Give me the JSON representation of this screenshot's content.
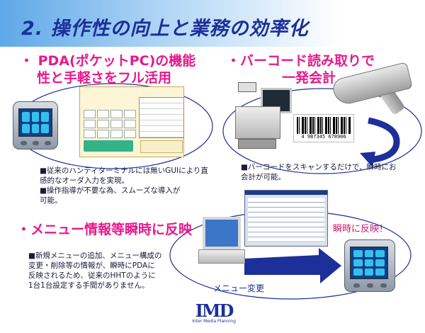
{
  "title": "2. 操作性の向上と業務の効率化",
  "section1": {
    "heading_line1": "・ PDA(ポケットPC)の機能",
    "heading_line2": "性と手軽さをフル活用",
    "bullets": [
      "■従来のハンディターミナルには無いGUIにより直",
      "感的なオーダ入力を実現。",
      "■操作指導が不要な為、スムーズな導入が",
      "可能。"
    ]
  },
  "section2": {
    "heading_line1": "・バーコード読み取りで",
    "heading_line2": "一発会計",
    "bullets": [
      "■バーコードをスキャンするだけで、瞬時にお",
      "会計が可能。"
    ],
    "barcode_digits": "4 987345 678906"
  },
  "section3": {
    "heading": "・メニュー情報等瞬時に反映",
    "bullets": [
      "■新規メニューの追加、メニュー構成の",
      "変更・削除等の情報が、瞬時にPDAに",
      "反映されるため、従来のHHTのように",
      "1台1台設定する手間がありません。"
    ],
    "reflect_label": "瞬時に反映！",
    "menu_change_label": "メニュー変更"
  },
  "logo": {
    "mark": "IMD",
    "sub": "Inter Media Planning"
  },
  "colors": {
    "title": "#1c2f9a",
    "heading_pink": "#e61a8c",
    "arrow_blue": "#1c2f9a",
    "accent_cyan": "#35c0ea"
  }
}
